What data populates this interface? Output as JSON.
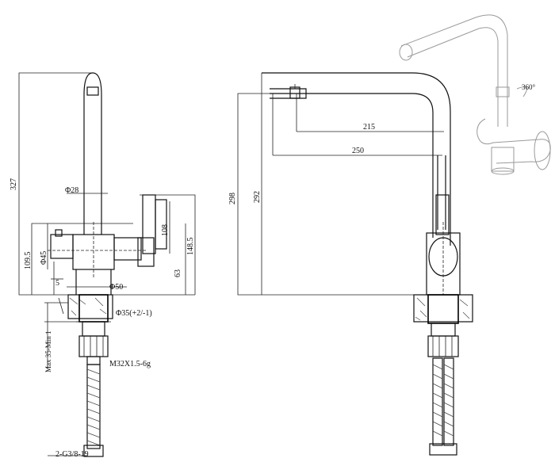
{
  "dimensions": {
    "height_327": "327",
    "dia_28": "Φ28",
    "dia_45": "Φ45",
    "h_109_5": "109.5",
    "h_108": "108",
    "h_148_5": "148.5",
    "h_63": "63",
    "d_5": "5",
    "dia_50": "Φ50",
    "dia_35": "Φ35(+2/-1)",
    "max_35": "Max 35-Min 1",
    "thread_m32": "M32X1.5-6g",
    "thread_g38": "2-G3/8-19",
    "len_215": "215",
    "len_250": "250",
    "h_298": "298",
    "h_292": "292",
    "rotation": "360°"
  }
}
